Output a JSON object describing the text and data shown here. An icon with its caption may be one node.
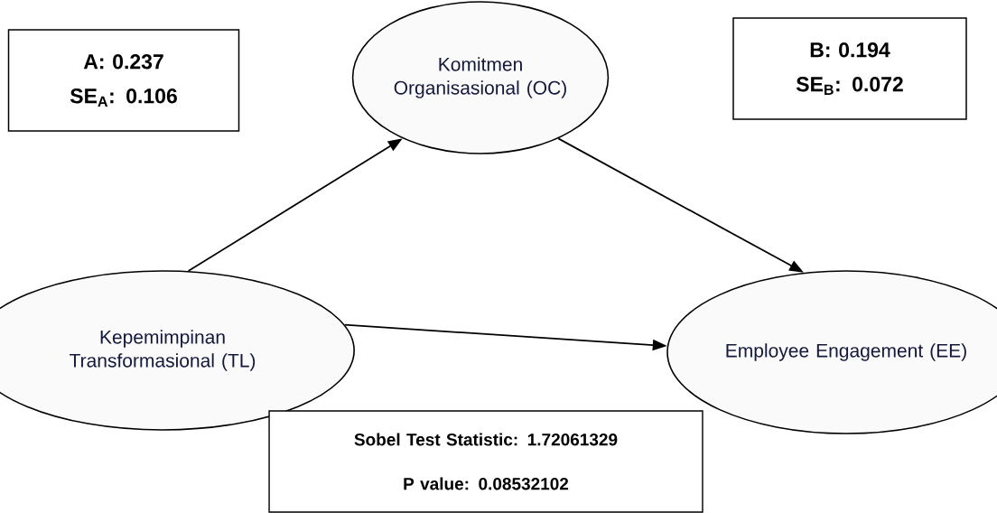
{
  "diagram": {
    "nodes": [
      {
        "text": [
          "A: 0.237",
          "SE$_{A}$: 0.106"
        ]
      },
      {
        "text": [
          "Komitmen Organisasional (OC)"
        ]
      },
      {
        "text": [
          "B: 0.194",
          "SE$_{B}$: 0.072"
        ]
      },
      {
        "text": [
          "Kepemimpinan Transformasional (TL)"
        ]
      },
      {
        "text": [
          "Employee Engagement (EE)"
        ]
      },
      {
        "text": [
          "Sobel Test Statistic: 1.72061329",
          "P value: 0.08532102"
        ]
      }
    ],
    "edges": [
      {
        "from": 3,
        "to": 1,
        "arrow": "to"
      },
      {
        "from": 1,
        "to": 4,
        "arrow": "to"
      },
      {
        "from": 3,
        "to": 4,
        "arrow": "to"
      }
    ]
  }
}
